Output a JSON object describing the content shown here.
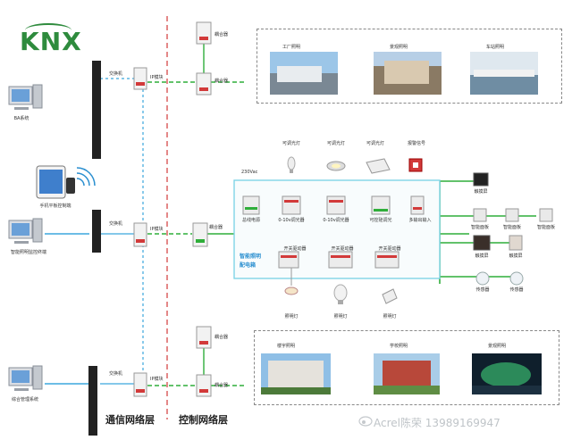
{
  "logo": {
    "text": "KNX"
  },
  "layers": {
    "comm": "通信网络层",
    "control": "控制网络层"
  },
  "left_devices": {
    "bms": "BA系统",
    "mobile": "手机平板控制端",
    "pc": "智能照明监控终端",
    "other": "综合管理系统"
  },
  "network": {
    "switch_top": "交换机",
    "ip_top": "IP模块",
    "switch_mid": "交换机",
    "ip_mid": "IP模块",
    "coupler_mid": "耦合器",
    "switch_bot": "交换机",
    "ip_bot": "IP模块",
    "coupler_top_1": "耦合器",
    "coupler_top_2": "耦合器",
    "coupler_bot_1": "耦合器",
    "coupler_bot_2": "耦合器"
  },
  "top_gallery": {
    "items": [
      "工厂照明",
      "景观照明",
      "车站照明"
    ]
  },
  "bottom_gallery": {
    "items": [
      "楼宇照明",
      "学校照明",
      "景观照明"
    ]
  },
  "cabinet": {
    "title_line1": "智能照明",
    "title_line2": "配电箱",
    "power_label": "230Vac",
    "top_modules": [
      "总线电源",
      "0-10v调光器",
      "0-10v调光器",
      "可控硅调光",
      "多输出输入"
    ],
    "bottom_modules": [
      "开关驱动器",
      "开关驱动器",
      "开关驱动器"
    ],
    "top_lamps": [
      "可调光灯",
      "可调光灯",
      "可调光灯",
      "报警信号"
    ],
    "bottom_lamps": [
      "照明灯",
      "照明灯",
      "照明灯"
    ]
  },
  "right_devices": {
    "items": [
      "触摸屏",
      "智能面板",
      "智能面板",
      "智能面板",
      "触摸屏",
      "触摸屏",
      "传感器",
      "传感器"
    ]
  },
  "watermark": {
    "text": "Acrel陈荣 13989169947"
  },
  "colors": {
    "green_line": "#2fae3a",
    "cyan_line": "#3ba7dd",
    "red_dash": "#d23a3a",
    "cabinet_border": "#7fd4e6",
    "logo": "#2e8b3d"
  }
}
